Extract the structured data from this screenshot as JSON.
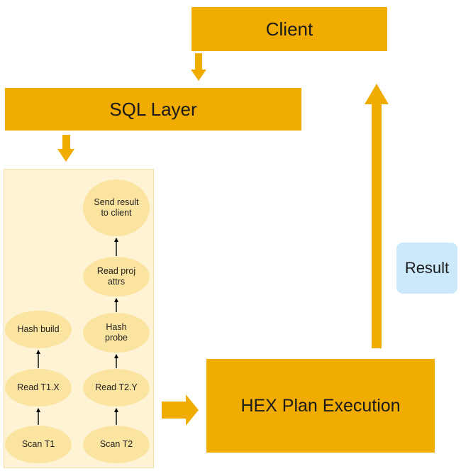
{
  "boxes": {
    "client": "Client",
    "sql_layer": "SQL Layer",
    "hex_plan": "HEX Plan Execution",
    "result": "Result"
  },
  "nodes": {
    "send_result": "Send result to client",
    "read_proj": "Read proj attrs",
    "hash_probe": "Hash probe",
    "hash_build": "Hash build",
    "read_t1x": "Read T1.X",
    "read_t2y": "Read T2.Y",
    "scan_t1": "Scan T1",
    "scan_t2": "Scan T2"
  },
  "colors": {
    "orange": "#f0ac00",
    "panel_bg": "#fff3d6",
    "node_fill": "#fbe3a0",
    "result_bg": "#cce8fb"
  }
}
